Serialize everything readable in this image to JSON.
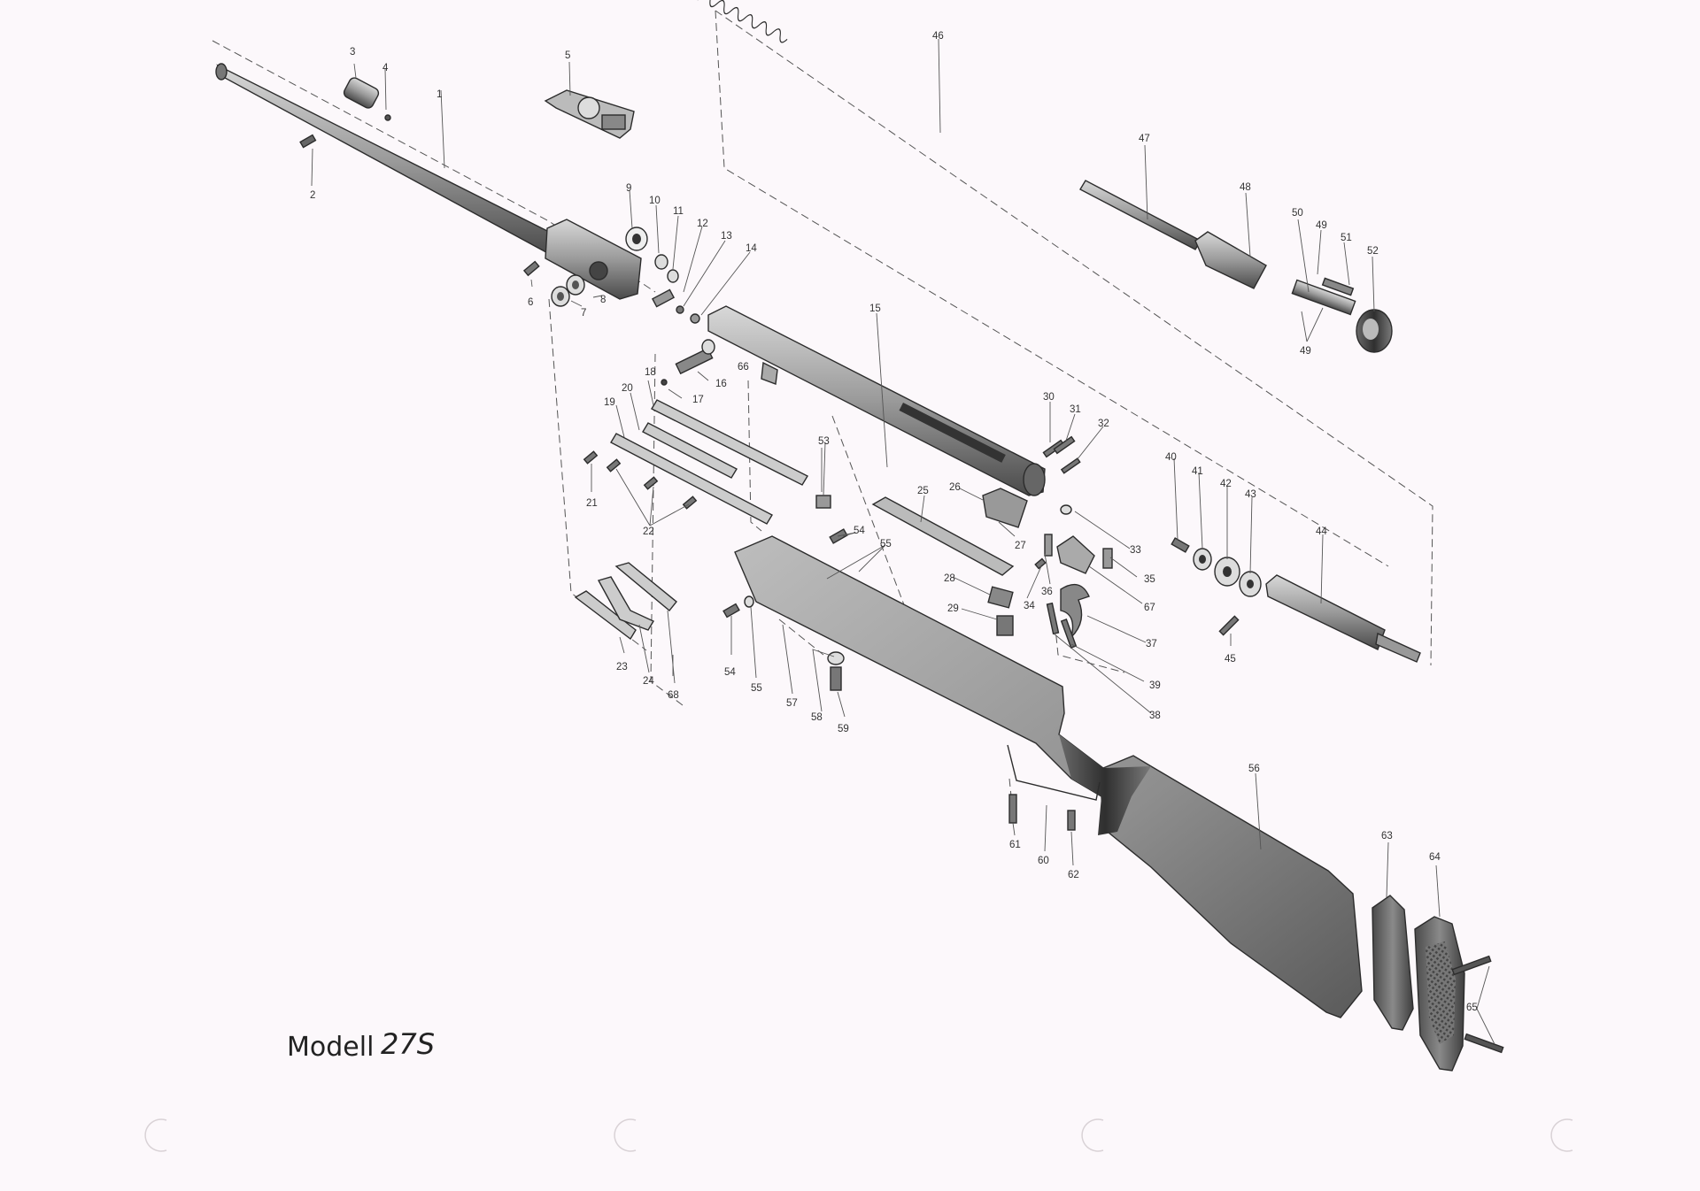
{
  "title": {
    "prefix": "Modell",
    "number": "27S"
  },
  "part_labels": [
    {
      "id": "l1",
      "text": "1"
    },
    {
      "id": "l2",
      "text": "2"
    },
    {
      "id": "l3",
      "text": "3"
    },
    {
      "id": "l4",
      "text": "4"
    },
    {
      "id": "l5",
      "text": "5"
    },
    {
      "id": "l6",
      "text": "6"
    },
    {
      "id": "l7",
      "text": "7"
    },
    {
      "id": "l8",
      "text": "8"
    },
    {
      "id": "l9",
      "text": "9"
    },
    {
      "id": "l10",
      "text": "10"
    },
    {
      "id": "l11",
      "text": "11"
    },
    {
      "id": "l12",
      "text": "12"
    },
    {
      "id": "l13",
      "text": "13"
    },
    {
      "id": "l14",
      "text": "14"
    },
    {
      "id": "l15",
      "text": "15"
    },
    {
      "id": "l16",
      "text": "16"
    },
    {
      "id": "l17",
      "text": "17"
    },
    {
      "id": "l18",
      "text": "18"
    },
    {
      "id": "l19",
      "text": "19"
    },
    {
      "id": "l20",
      "text": "20"
    },
    {
      "id": "l21",
      "text": "21"
    },
    {
      "id": "l22",
      "text": "22"
    },
    {
      "id": "l23",
      "text": "23"
    },
    {
      "id": "l24",
      "text": "24"
    },
    {
      "id": "l25",
      "text": "25"
    },
    {
      "id": "l26",
      "text": "26"
    },
    {
      "id": "l27",
      "text": "27"
    },
    {
      "id": "l28",
      "text": "28"
    },
    {
      "id": "l29",
      "text": "29"
    },
    {
      "id": "l30",
      "text": "30"
    },
    {
      "id": "l31",
      "text": "31"
    },
    {
      "id": "l32",
      "text": "32"
    },
    {
      "id": "l33",
      "text": "33"
    },
    {
      "id": "l34",
      "text": "34"
    },
    {
      "id": "l35",
      "text": "35"
    },
    {
      "id": "l36",
      "text": "36"
    },
    {
      "id": "l37",
      "text": "37"
    },
    {
      "id": "l38",
      "text": "38"
    },
    {
      "id": "l39",
      "text": "39"
    },
    {
      "id": "l40",
      "text": "40"
    },
    {
      "id": "l41",
      "text": "41"
    },
    {
      "id": "l42",
      "text": "42"
    },
    {
      "id": "l43",
      "text": "43"
    },
    {
      "id": "l44",
      "text": "44"
    },
    {
      "id": "l45",
      "text": "45"
    },
    {
      "id": "l46",
      "text": "46"
    },
    {
      "id": "l47",
      "text": "47"
    },
    {
      "id": "l48",
      "text": "48"
    },
    {
      "id": "l49a",
      "text": "49"
    },
    {
      "id": "l49b",
      "text": "49"
    },
    {
      "id": "l50",
      "text": "50"
    },
    {
      "id": "l51",
      "text": "51"
    },
    {
      "id": "l52",
      "text": "52"
    },
    {
      "id": "l53",
      "text": "53"
    },
    {
      "id": "l54a",
      "text": "54"
    },
    {
      "id": "l54b",
      "text": "54"
    },
    {
      "id": "l55a",
      "text": "55"
    },
    {
      "id": "l55b",
      "text": "55"
    },
    {
      "id": "l56",
      "text": "56"
    },
    {
      "id": "l57",
      "text": "57"
    },
    {
      "id": "l58",
      "text": "58"
    },
    {
      "id": "l59",
      "text": "59"
    },
    {
      "id": "l60",
      "text": "60"
    },
    {
      "id": "l61",
      "text": "61"
    },
    {
      "id": "l62",
      "text": "62"
    },
    {
      "id": "l63",
      "text": "63"
    },
    {
      "id": "l64",
      "text": "64"
    },
    {
      "id": "l65",
      "text": "65"
    },
    {
      "id": "l66",
      "text": "66"
    },
    {
      "id": "l67",
      "text": "67"
    },
    {
      "id": "l68",
      "text": "68"
    }
  ]
}
